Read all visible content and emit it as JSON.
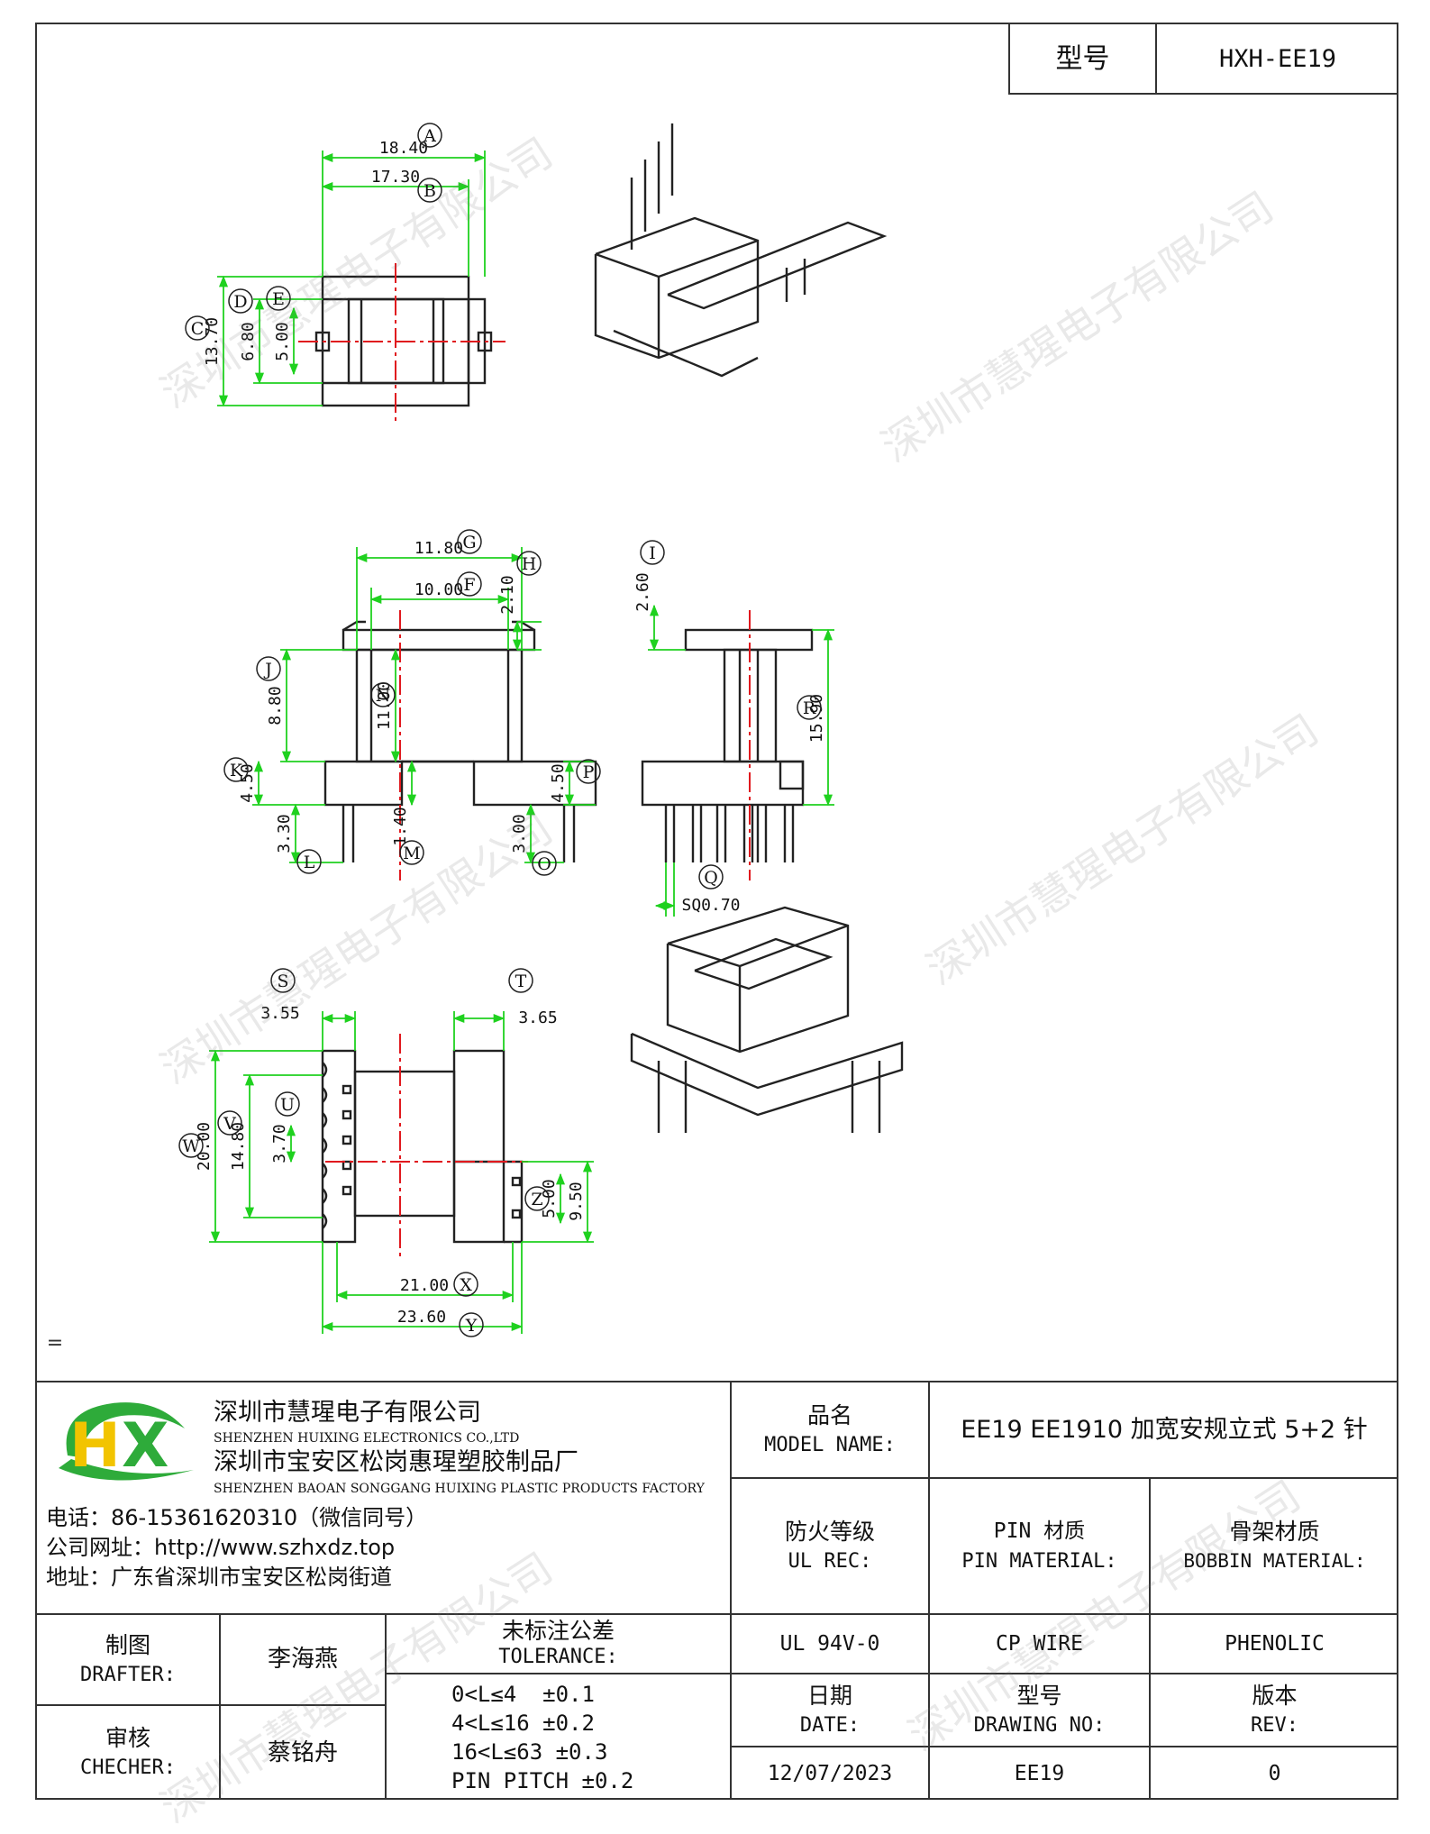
{
  "header": {
    "model_label": "型号",
    "model_value": "HXH-EE19"
  },
  "watermark_text": "深圳市慧瑆电子有限公司",
  "dims": {
    "A": "18.40",
    "B": "17.30",
    "C": "13.70",
    "D": "6.80",
    "E": "5.00",
    "G": "11.80",
    "F": "10.00",
    "H": "2.10",
    "J": "8.80",
    "N": "11.00",
    "K": "4.50",
    "P": "4.50",
    "L": "3.30",
    "M": "1.40",
    "O": "3.00",
    "I": "2.60",
    "R": "15.90",
    "Q": "SQ0.70",
    "S": "3.55",
    "T": "3.65",
    "W": "20.00",
    "V": "14.80",
    "U": "3.70",
    "Z": "5.00",
    "Z2": "9.50",
    "X": "21.00",
    "Y": "23.60"
  },
  "callouts": [
    "A",
    "B",
    "C",
    "D",
    "E",
    "G",
    "F",
    "H",
    "J",
    "N",
    "K",
    "P",
    "L",
    "M",
    "O",
    "I",
    "R",
    "Q",
    "S",
    "T",
    "W",
    "V",
    "U",
    "Z",
    "X",
    "Y"
  ],
  "note_mark": "=",
  "company": {
    "logo_text": "HX",
    "name_cn": "深圳市慧瑆电子有限公司",
    "name_en": "SHENZHEN HUIXING ELECTRONICS CO.,LTD",
    "factory_cn": "深圳市宝安区松岗惠瑆塑胶制品厂",
    "factory_en": "SHENZHEN BAOAN SONGGANG HUIXING PLASTIC PRODUCTS FACTORY",
    "phone": "电话：86-15361620310（微信同号）",
    "website": "公司网址：http://www.szhxdz.top",
    "address": "地址：广东省深圳市宝安区松岗街道"
  },
  "title_block": {
    "model_name_cn": "品名",
    "model_name_en": "MODEL NAME:",
    "model_name_value": "EE19 EE1910 加宽安规立式 5+2 针",
    "ul_cn": "防火等级",
    "ul_en": "UL REC:",
    "pin_cn": "PIN 材质",
    "pin_en": "PIN MATERIAL:",
    "bobbin_cn": "骨架材质",
    "bobbin_en": "BOBBIN MATERIAL:",
    "ul_value": "UL 94V-0",
    "pin_value": "CP WIRE",
    "bobbin_value": "PHENOLIC",
    "drafter_cn": "制图",
    "drafter_en": "DRAFTER:",
    "drafter_name": "李海燕",
    "checker_cn": "审核",
    "checker_en": "CHECHER:",
    "checker_name": "蔡铭舟",
    "tol_cn": "未标注公差",
    "tol_en": "TOLERANCE:",
    "tol_lines": [
      "0<L≤4  ±0.1",
      "4<L≤16 ±0.2",
      "16<L≤63 ±0.3",
      "PIN PITCH ±0.2"
    ],
    "date_cn": "日期",
    "date_en": "DATE:",
    "drawing_no_cn": "型号",
    "drawing_no_en": "DRAWING NO:",
    "rev_cn": "版本",
    "rev_en": "REV:",
    "date_value": "12/07/2023",
    "drawing_no_value": "EE19",
    "rev_value": "0"
  }
}
